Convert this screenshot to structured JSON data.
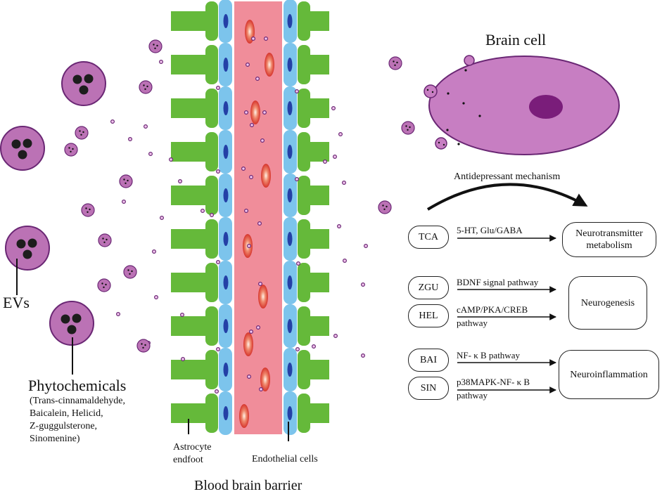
{
  "labels": {
    "brain_cell": "Brain cell",
    "antidepressant": "Antidepressant mechanism",
    "evs": "EVs",
    "phytochemicals": "Phytochemicals",
    "phyto_list": [
      "(Trans-cinnamaldehyde,",
      "Baicalein, Helicid,",
      "Z-guggulsterone,",
      "Sinomenine)"
    ],
    "astrocyte": [
      "Astrocyte",
      "endfoot"
    ],
    "endothelial": "Endothelial cells",
    "bbb": "Blood brain barrier"
  },
  "mechanisms": [
    {
      "compound": "TCA",
      "pathway": [
        "5-HT, Glu/GABA"
      ]
    },
    {
      "compound": "ZGU",
      "pathway": [
        "BDNF signal pathway"
      ]
    },
    {
      "compound": "HEL",
      "pathway": [
        "cAMP/PKA/CREB",
        "pathway"
      ]
    },
    {
      "compound": "BAI",
      "pathway": [
        "NF- κ B pathway"
      ]
    },
    {
      "compound": "SIN",
      "pathway": [
        "p38MAPK-NF- κ B",
        "pathway"
      ]
    }
  ],
  "outcomes": [
    {
      "lines": [
        "Neurotransmitter",
        "metabolism"
      ]
    },
    {
      "lines": [
        "Neurogenesis"
      ]
    },
    {
      "lines": [
        "Neuroinflammation"
      ]
    }
  ],
  "colors": {
    "vessel": "#f08d9a",
    "endothelial": "#7cc4ec",
    "nucleus": "#2440a6",
    "astrocyte": "#65b93a",
    "vesicle": "#bb72b5",
    "vesicle_edge": "#6a2774",
    "cell": "#c77ec2",
    "cell_nucleus": "#7a1d7a",
    "rbc": "#e0453c"
  }
}
